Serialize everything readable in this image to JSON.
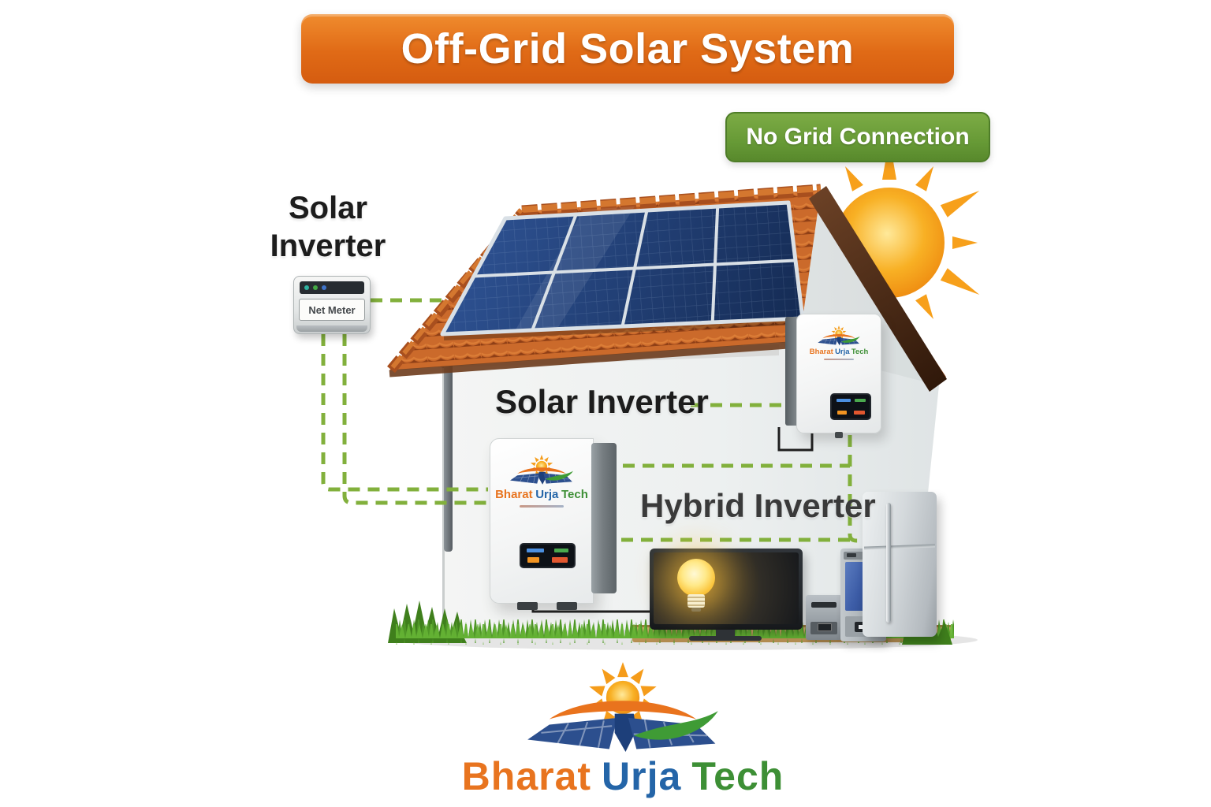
{
  "header": {
    "title": "Off-Grid Solar System",
    "badge": "No Grid Connection"
  },
  "labels": {
    "left_line1": "Solar",
    "left_line2": "Inverter",
    "net_meter": "Net Meter",
    "solar_inverter": "Solar Inverter",
    "hybrid_inverter": "Hybrid Inverter"
  },
  "brand": {
    "word1": "Bharat",
    "word2": "Urja",
    "word3": "Tech",
    "word1_color": "#e8741f",
    "word2_color": "#2465a8",
    "word3_color": "#3d8f35"
  },
  "colors": {
    "banner_orange": "#e06a16",
    "badge_green": "#679a36",
    "wire_green": "#82b03c",
    "roof_tile_orange": "#cb6a2b",
    "gable_trim_brown": "#4a2c18",
    "solar_panel_blue": "#20396b",
    "sun_orange": "#f7a21b",
    "grass_green": "#4f9727",
    "bulb_yellow": "#ffe066"
  },
  "diagram": {
    "nodes": [
      "solar-panel-array",
      "net-meter",
      "wall-solar-inverter",
      "hybrid-inverter",
      "tv-with-bulb",
      "speaker-box",
      "battery-tower",
      "refrigerator",
      "sun",
      "house",
      "grass"
    ],
    "connections": [
      {
        "from": "net-meter",
        "to": "solar-panel-array",
        "style": "green-dashed"
      },
      {
        "from": "net-meter",
        "to": "hybrid-inverter",
        "style": "green-dashed-double"
      },
      {
        "from": "solar-inverter-label",
        "to": "wall-solar-inverter",
        "style": "green-dashed"
      },
      {
        "from": "wall-solar-inverter",
        "to": "hybrid-inverter-area",
        "style": "green-dashed-box"
      },
      {
        "from": "hybrid-inverter-area",
        "to": "refrigerator",
        "style": "green-dashed"
      },
      {
        "from": "hybrid-inverter",
        "to": "tv-with-bulb",
        "style": "black-wire"
      },
      {
        "from": "wall-solar-inverter",
        "to": "wall",
        "style": "black-wire"
      }
    ]
  }
}
